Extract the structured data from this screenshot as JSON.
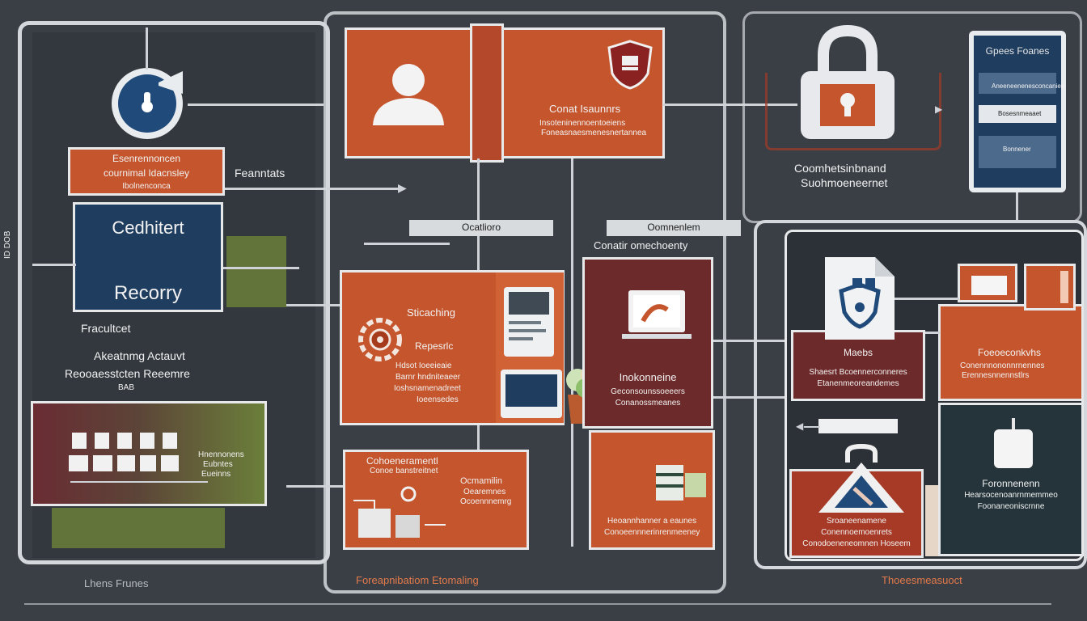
{
  "left": {
    "banner_title": "Esenrennoncen",
    "banner_line2": "cournimal Idacnsley",
    "banner_line3": "Ibolnenconca",
    "feature_label": "Feanntats",
    "card_title": "Cedhitert",
    "card_subtitle": "Recorry",
    "note1": "Fracultcet",
    "note2": "Akeatnmg Actauvt",
    "note3": "Reooaesstcten Reeemre",
    "note4": "BAB",
    "side_label": "ID DOB",
    "table_lines": [
      "Hnennonens",
      "Eubntes",
      "Eueinns"
    ],
    "footer": "Lhens Frunes"
  },
  "top_center": {
    "title": "Conat Isaunnrs",
    "line": "Insoteninennoentoeiens",
    "line2": "Foneasnaesmenesnertannea"
  },
  "mid_center": {
    "label_box": "Ocatlioro",
    "stretching": "Sticaching",
    "repeat": "Repesrlc",
    "lines": [
      "Hdsot Ioeeieaie",
      "Barnr hndniteaeer",
      "Ioshsnamenadreet",
      "Ioeensedes"
    ]
  },
  "bottom_center": {
    "title": "Cohoeneramentl",
    "sub": "Conoe banstreitnet",
    "label": "Ocmamilin",
    "sub2": "Oearemnes",
    "sub3": "Ocoennnemrg",
    "footer": "Foreapnibatiom Etomaling"
  },
  "right_center": {
    "label_box": "Oomnenlem",
    "header": "Conatir omechoenty",
    "title": "Inokonneine",
    "lines": [
      "Geconsounssoeeers",
      "Conanossmeanes"
    ],
    "bottom_lines": [
      "Heoannhanner a eaunes",
      "Conoeennnerinrenmeeney"
    ]
  },
  "top_right": {
    "caption1": "Coomhetsinbnand",
    "caption2": "Suohmoeneernet",
    "device_header": "Gpees Foanes",
    "device_rows": [
      "Aneeneenenesconcaniee",
      "Bosesnmeaaet",
      "Bonnener"
    ]
  },
  "right": {
    "tile_title": "Maebs",
    "tile_lines": [
      "Shaesrt Bcoennerconneres",
      "Etanenmeoreandemes"
    ],
    "tile2_title": "Foeoeconkvhs",
    "tile2_lines": [
      "Conennnononnrnennes",
      "Erennesnnennstlrs"
    ],
    "tile3_title": "Foronnenenn",
    "tile3_lines": [
      "Hearsocenoanrnmemmeo",
      "Foonaneoniscrnne"
    ],
    "tile4_title": "Sroaneenamene",
    "tile4_lines": [
      "Conennoemoenrets",
      "Conodoeneneomnen Hoseem"
    ],
    "footer": "Thoeesmeasuoct"
  }
}
